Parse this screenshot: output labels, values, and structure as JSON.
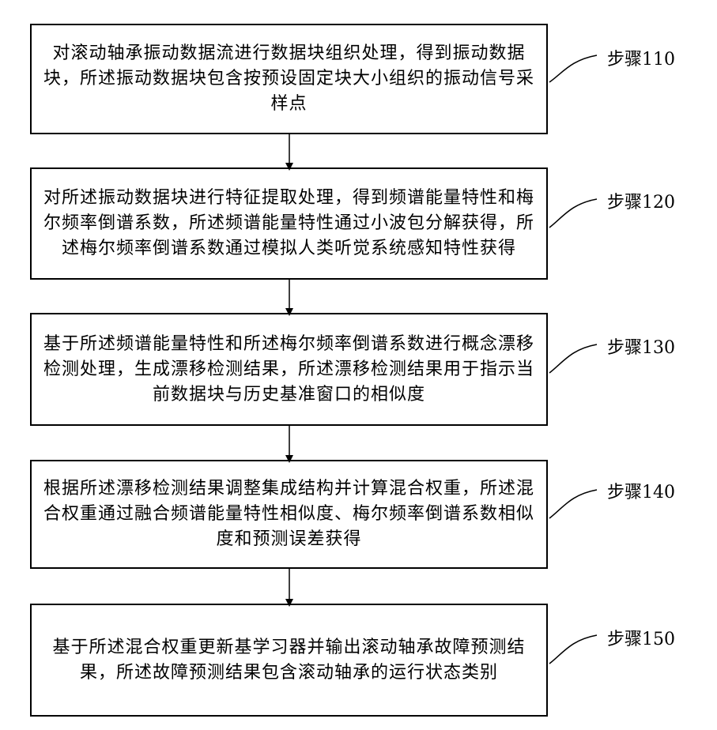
{
  "steps": [
    {
      "label": "步骤110",
      "text": "对滚动轴承振动数据流进行数据块组织处理，得到振动数据块，所述振动数据块包含按预设固定块大小组织的振动信号采样点"
    },
    {
      "label": "步骤120",
      "text": "对所述振动数据块进行特征提取处理，得到频谱能量特性和梅尔频率倒谱系数，所述频谱能量特性通过小波包分解获得，所述梅尔频率倒谱系数通过模拟人类听觉系统感知特性获得"
    },
    {
      "label": "步骤130",
      "text": "基于所述频谱能量特性和所述梅尔频率倒谱系数进行概念漂移检测处理，生成漂移检测结果，所述漂移检测结果用于指示当前数据块与历史基准窗口的相似度"
    },
    {
      "label": "步骤140",
      "text": "根据所述漂移检测结果调整集成结构并计算混合权重，所述混合权重通过融合频谱能量特性相似度、梅尔频率倒谱系数相似度和预测误差获得"
    },
    {
      "label": "步骤150",
      "text": "基于所述混合权重更新基学习器并输出滚动轴承故障预测结果，所述故障预测结果包含滚动轴承的运行状态类别"
    }
  ]
}
